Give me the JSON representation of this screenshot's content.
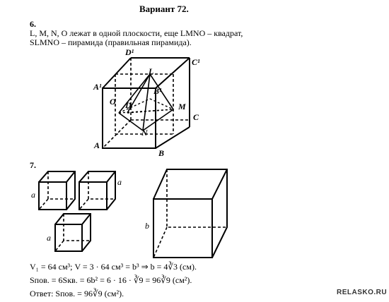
{
  "header": {
    "title": "Вариант 72."
  },
  "problem6": {
    "number": "6.",
    "line1": "L, M, N, O лежат в одной плоскости, еще LMNO – квадрат,",
    "line2": "SLMNO – пирамида (правильная пирамида).",
    "labels": {
      "D1": "D¹",
      "C1": "C¹",
      "A1": "A¹",
      "B1": "B¹",
      "L": "L",
      "O": "O",
      "D": "D",
      "M": "M",
      "C": "C",
      "N": "N",
      "A": "A",
      "B": "B"
    }
  },
  "problem7": {
    "number": "7.",
    "cube_labels": {
      "a1": "a",
      "a2": "a",
      "a3": "a",
      "b": "b"
    },
    "eq1": "V₁ = 64 см³;  V = 3 · 64 см³ = b³ ⇒ b = 4∛3 (см).",
    "eq2": "Sпов. = 6Sкв. = 6b² = 6 · 16 · ∛9 = 96∛9 (см²).",
    "eq3": "Ответ: Sпов. = 96∛9 (см²)."
  },
  "watermark": "RELASKO.RU"
}
